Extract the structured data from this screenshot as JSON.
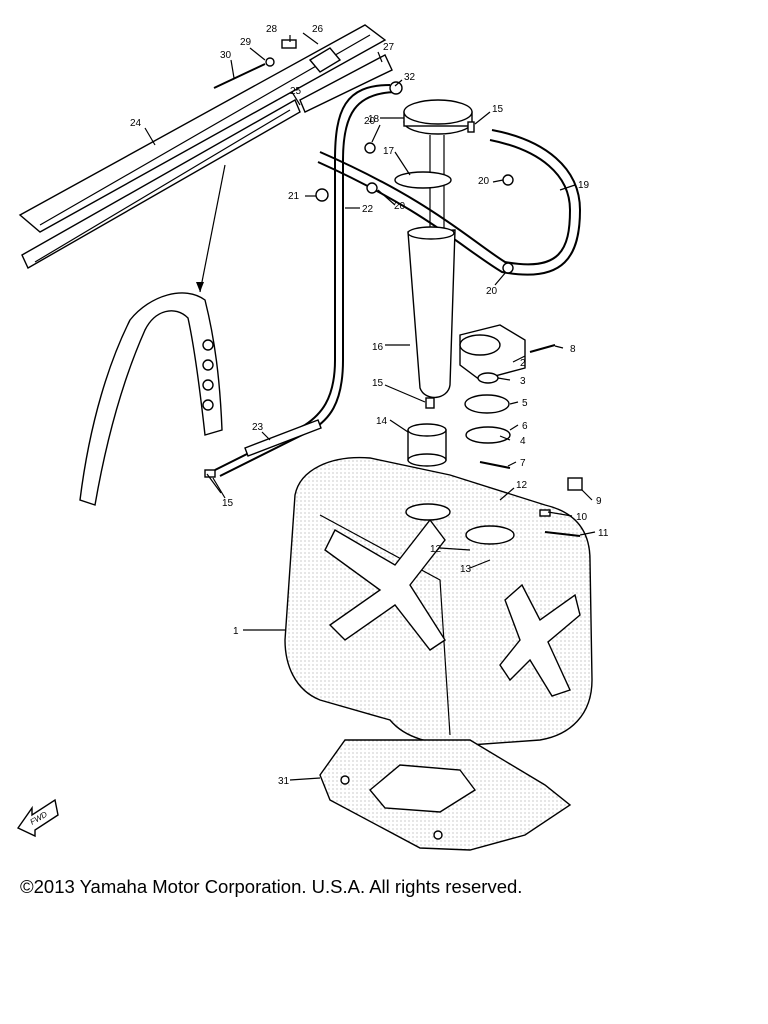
{
  "callouts": {
    "c1": "1",
    "c2": "2",
    "c3": "3",
    "c4": "4",
    "c5": "5",
    "c6": "6",
    "c7": "7",
    "c8": "8",
    "c9": "9",
    "c10": "10",
    "c11": "11",
    "c12a": "12",
    "c12b": "12",
    "c13": "13",
    "c14": "14",
    "c15a": "15",
    "c15b": "15",
    "c15c": "15",
    "c16": "16",
    "c17": "17",
    "c18": "18",
    "c19": "19",
    "c20a": "20",
    "c20b": "20",
    "c20c": "20",
    "c20d": "20",
    "c21": "21",
    "c22": "22",
    "c23": "23",
    "c24": "24",
    "c25": "25",
    "c26": "26",
    "c27": "27",
    "c28": "28",
    "c29": "29",
    "c30": "30",
    "c31": "31",
    "c32": "32"
  },
  "fwd_label": "FWD",
  "copyright": "©2013 Yamaha Motor Corporation. U.S.A. All rights reserved."
}
